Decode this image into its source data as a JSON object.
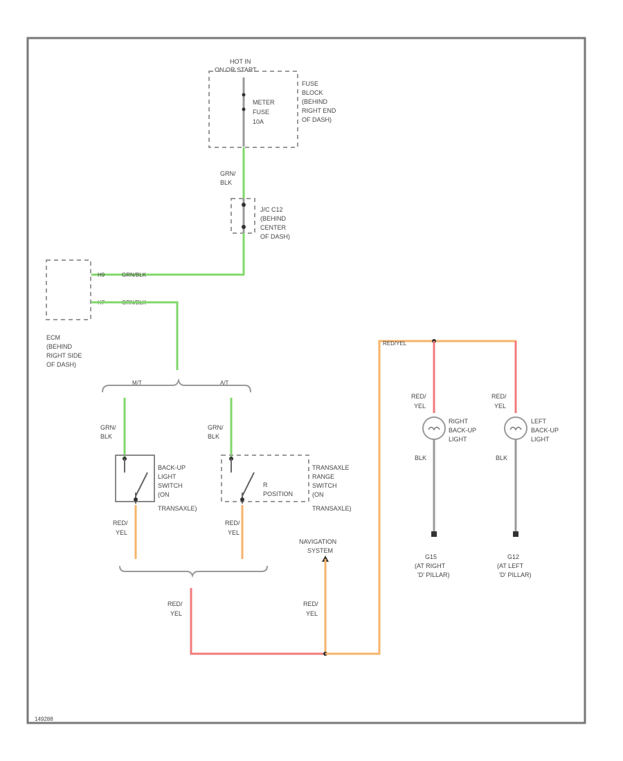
{
  "fuse_block": {
    "hot_label": [
      "HOT IN",
      "ON OR START"
    ],
    "fuse_label": [
      "METER",
      "FUSE",
      "10A"
    ],
    "location": [
      "FUSE",
      "BLOCK",
      "(BEHIND",
      "RIGHT END",
      "OF DASH)"
    ]
  },
  "wire_grn_blk_top": [
    "GRN/",
    "BLK"
  ],
  "jc_connector": [
    "J/C C12",
    "(BEHIND",
    "CENTER",
    "OF DASH)"
  ],
  "ecm": {
    "pin1": "H9",
    "wire1": "GRN/BLK",
    "pin2": "H7",
    "wire2": "GRN/BLK",
    "location": [
      "ECM",
      "(BEHIND",
      "RIGHT SIDE",
      "OF DASH)"
    ]
  },
  "branch": {
    "mt": "M/T",
    "at": "A/T"
  },
  "wire_grn_blk_left": [
    "GRN/",
    "BLK"
  ],
  "wire_grn_blk_right": [
    "GRN/",
    "BLK"
  ],
  "backup_switch": [
    "BACK-UP",
    "LIGHT",
    "SWITCH",
    "(ON",
    "TRANSAXLE)"
  ],
  "trans_switch": {
    "position": "R",
    "position_label": "POSITION",
    "location": [
      "TRANSAXLE",
      "RANGE",
      "SWITCH",
      "(ON",
      "TRANSAXLE)"
    ]
  },
  "wire_red_yel_left": [
    "RED/",
    "YEL"
  ],
  "wire_red_yel_right": [
    "RED/",
    "YEL"
  ],
  "wire_red_yel_bottom_left": [
    "RED/",
    "YEL"
  ],
  "wire_red_yel_bottom_right": [
    "RED/",
    "YEL"
  ],
  "navigation": [
    "NAVIGATION",
    "SYSTEM"
  ],
  "top_right_wire": "RED/YEL",
  "right_lamp": {
    "wire": [
      "RED/",
      "YEL"
    ],
    "label": [
      "RIGHT",
      "BACK-UP",
      "LIGHT"
    ],
    "ground_wire": "BLK",
    "ground": [
      "G15",
      "(AT RIGHT",
      "'D' PILLAR)"
    ]
  },
  "left_lamp": {
    "wire": [
      "RED/",
      "YEL"
    ],
    "label": [
      "LEFT",
      "BACK-UP",
      "LIGHT"
    ],
    "ground_wire": "BLK",
    "ground": [
      "G12",
      "(AT LEFT",
      "'D' PILLAR)"
    ]
  },
  "figure_id": "149288",
  "colors": {
    "green_wire": "#7fd86a",
    "orange_wire": "#f5b36a",
    "red_wire": "#f07a7a",
    "black_wire": "#999999"
  }
}
